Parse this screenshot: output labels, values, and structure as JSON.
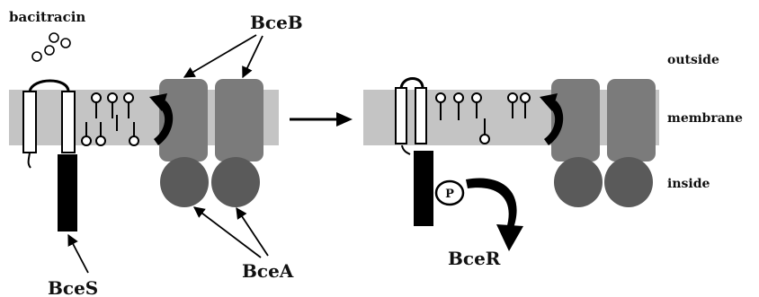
{
  "labels": {
    "bacitracin": "bacitracin",
    "bceB": "BceB",
    "bceA": "BceA",
    "bceS": "BceS",
    "bceR": "BceR",
    "phospho": "P",
    "outside": "outside",
    "membrane": "membrane",
    "inside": "inside"
  },
  "colors": {
    "membrane": "#c4c4c4",
    "bceB": "#7b7b7b",
    "bceA": "#5a5a5a",
    "black": "#000000",
    "white": "#ffffff"
  }
}
